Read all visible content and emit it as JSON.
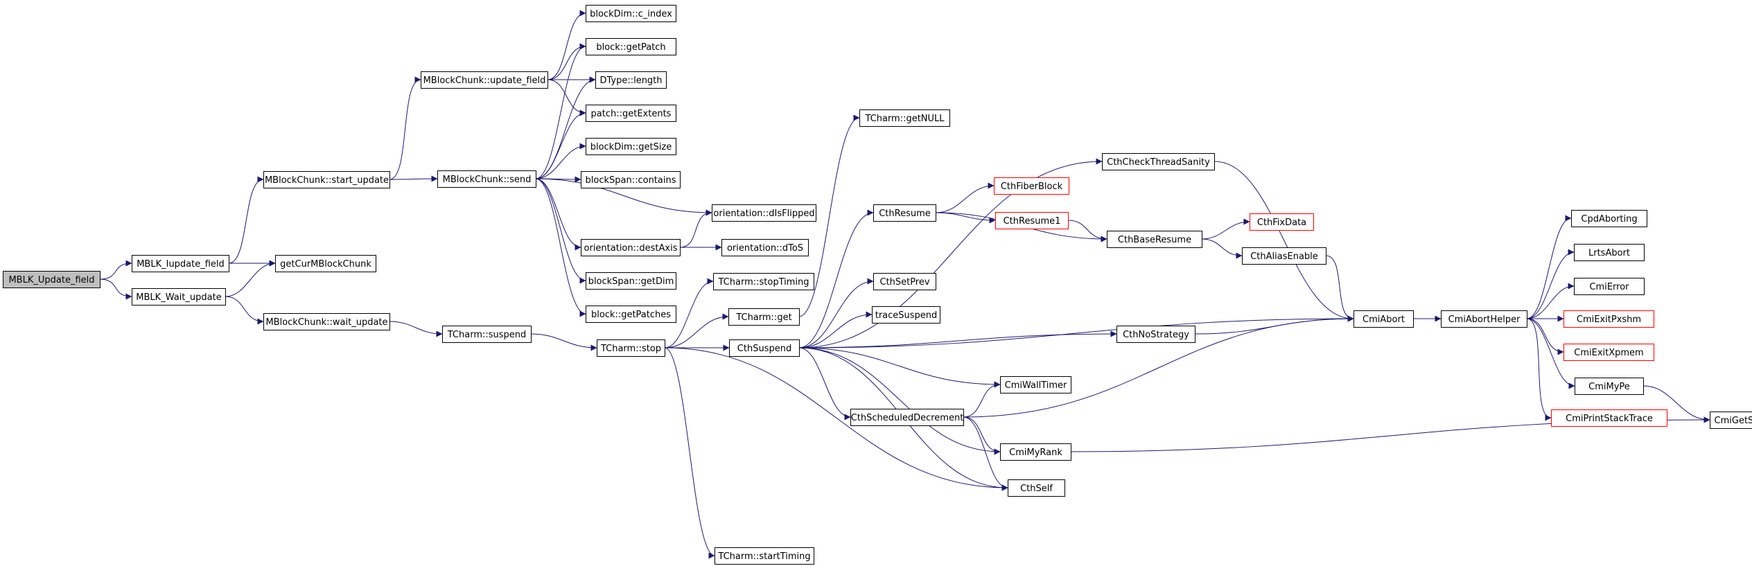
{
  "graph": {
    "root": "MBLK_Update_field",
    "nodes": [
      {
        "id": "n_root",
        "label": "MBLK_Update_field",
        "style": "root"
      },
      {
        "id": "n_iupdate",
        "label": "MBLK_Iupdate_field",
        "style": "normal"
      },
      {
        "id": "n_wait",
        "label": "MBLK_Wait_update",
        "style": "normal"
      },
      {
        "id": "n_getcur",
        "label": "getCurMBlockChunk",
        "style": "normal"
      },
      {
        "id": "n_start",
        "label": "MBlockChunk::start_update",
        "style": "normal"
      },
      {
        "id": "n_waitupd",
        "label": "MBlockChunk::wait_update",
        "style": "normal"
      },
      {
        "id": "n_updfield",
        "label": "MBlockChunk::update_field",
        "style": "normal"
      },
      {
        "id": "n_send",
        "label": "MBlockChunk::send",
        "style": "normal"
      },
      {
        "id": "n_tsuspend",
        "label": "TCharm::suspend",
        "style": "normal"
      },
      {
        "id": "n_cindex",
        "label": "blockDim::c_index",
        "style": "normal"
      },
      {
        "id": "n_getpatch",
        "label": "block::getPatch",
        "style": "normal"
      },
      {
        "id": "n_length",
        "label": "DType::length",
        "style": "normal"
      },
      {
        "id": "n_getext",
        "label": "patch::getExtents",
        "style": "normal"
      },
      {
        "id": "n_getsize",
        "label": "blockDim::getSize",
        "style": "normal"
      },
      {
        "id": "n_contains",
        "label": "blockSpan::contains",
        "style": "normal"
      },
      {
        "id": "n_dlsflip",
        "label": "orientation::dIsFlipped",
        "style": "normal"
      },
      {
        "id": "n_destaxis",
        "label": "orientation::destAxis",
        "style": "normal"
      },
      {
        "id": "n_dtos",
        "label": "orientation::dToS",
        "style": "normal"
      },
      {
        "id": "n_getdim",
        "label": "blockSpan::getDim",
        "style": "normal"
      },
      {
        "id": "n_getpatches",
        "label": "block::getPatches",
        "style": "normal"
      },
      {
        "id": "n_tstop",
        "label": "TCharm::stop",
        "style": "normal"
      },
      {
        "id": "n_stoptiming",
        "label": "TCharm::stopTiming",
        "style": "normal"
      },
      {
        "id": "n_tget",
        "label": "TCharm::get",
        "style": "normal"
      },
      {
        "id": "n_starttiming",
        "label": "TCharm::startTiming",
        "style": "normal"
      },
      {
        "id": "n_getnull",
        "label": "TCharm::getNULL",
        "style": "normal"
      },
      {
        "id": "n_cthsuspend",
        "label": "CthSuspend",
        "style": "normal"
      },
      {
        "id": "n_cthresume",
        "label": "CthResume",
        "style": "normal"
      },
      {
        "id": "n_cthsetprev",
        "label": "CthSetPrev",
        "style": "normal"
      },
      {
        "id": "n_tracesusp",
        "label": "traceSuspend",
        "style": "normal"
      },
      {
        "id": "n_cthsched",
        "label": "CthScheduledDecrement",
        "style": "normal"
      },
      {
        "id": "n_cthcheck",
        "label": "CthCheckThreadSanity",
        "style": "normal"
      },
      {
        "id": "n_fiber",
        "label": "CthFiberBlock",
        "style": "truncated"
      },
      {
        "id": "n_resume1",
        "label": "CthResume1",
        "style": "truncated"
      },
      {
        "id": "n_baseresume",
        "label": "CthBaseResume",
        "style": "normal"
      },
      {
        "id": "n_fixdata",
        "label": "CthFixData",
        "style": "truncated"
      },
      {
        "id": "n_alias",
        "label": "CthAliasEnable",
        "style": "normal"
      },
      {
        "id": "n_nostrat",
        "label": "CthNoStrategy",
        "style": "normal"
      },
      {
        "id": "n_wall",
        "label": "CmiWallTimer",
        "style": "normal"
      },
      {
        "id": "n_myrank",
        "label": "CmiMyRank",
        "style": "normal"
      },
      {
        "id": "n_cthself",
        "label": "CthSelf",
        "style": "normal"
      },
      {
        "id": "n_cmiabort",
        "label": "CmiAbort",
        "style": "normal"
      },
      {
        "id": "n_aborthelper",
        "label": "CmiAbortHelper",
        "style": "normal"
      },
      {
        "id": "n_cpdabort",
        "label": "CpdAborting",
        "style": "normal"
      },
      {
        "id": "n_lrts",
        "label": "LrtsAbort",
        "style": "normal"
      },
      {
        "id": "n_cmierror",
        "label": "CmiError",
        "style": "normal"
      },
      {
        "id": "n_pxshm",
        "label": "CmiExitPxshm",
        "style": "truncated"
      },
      {
        "id": "n_xpmem",
        "label": "CmiExitXpmem",
        "style": "truncated"
      },
      {
        "id": "n_mype",
        "label": "CmiMyPe",
        "style": "normal"
      },
      {
        "id": "n_stack",
        "label": "CmiPrintStackTrace",
        "style": "truncated"
      },
      {
        "id": "n_getstate",
        "label": "CmiGetState",
        "style": "normal"
      }
    ],
    "edges": [
      [
        "n_root",
        "n_iupdate"
      ],
      [
        "n_root",
        "n_wait"
      ],
      [
        "n_iupdate",
        "n_start"
      ],
      [
        "n_iupdate",
        "n_getcur"
      ],
      [
        "n_wait",
        "n_getcur"
      ],
      [
        "n_wait",
        "n_waitupd"
      ],
      [
        "n_start",
        "n_updfield"
      ],
      [
        "n_start",
        "n_send"
      ],
      [
        "n_updfield",
        "n_cindex"
      ],
      [
        "n_updfield",
        "n_getpatch"
      ],
      [
        "n_updfield",
        "n_length"
      ],
      [
        "n_updfield",
        "n_getext"
      ],
      [
        "n_send",
        "n_getpatch"
      ],
      [
        "n_send",
        "n_length"
      ],
      [
        "n_send",
        "n_getext"
      ],
      [
        "n_send",
        "n_getsize"
      ],
      [
        "n_send",
        "n_contains"
      ],
      [
        "n_send",
        "n_dlsflip"
      ],
      [
        "n_send",
        "n_destaxis"
      ],
      [
        "n_send",
        "n_getdim"
      ],
      [
        "n_send",
        "n_getpatches"
      ],
      [
        "n_destaxis",
        "n_dlsflip"
      ],
      [
        "n_destaxis",
        "n_dtos"
      ],
      [
        "n_waitupd",
        "n_tsuspend"
      ],
      [
        "n_tsuspend",
        "n_tstop"
      ],
      [
        "n_tstop",
        "n_stoptiming"
      ],
      [
        "n_tstop",
        "n_tget"
      ],
      [
        "n_tstop",
        "n_cthsuspend"
      ],
      [
        "n_tstop",
        "n_starttiming"
      ],
      [
        "n_tstop",
        "n_cthself"
      ],
      [
        "n_tget",
        "n_getnull"
      ],
      [
        "n_cthsuspend",
        "n_cthresume"
      ],
      [
        "n_cthsuspend",
        "n_cthcheck"
      ],
      [
        "n_cthsuspend",
        "n_cthsetprev"
      ],
      [
        "n_cthsuspend",
        "n_tracesusp"
      ],
      [
        "n_cthsuspend",
        "n_nostrat"
      ],
      [
        "n_cthsuspend",
        "n_cmiabort"
      ],
      [
        "n_cthsuspend",
        "n_wall"
      ],
      [
        "n_cthsuspend",
        "n_cthsched"
      ],
      [
        "n_cthsuspend",
        "n_myrank"
      ],
      [
        "n_cthsuspend",
        "n_cthself"
      ],
      [
        "n_cthresume",
        "n_fiber"
      ],
      [
        "n_cthresume",
        "n_resume1"
      ],
      [
        "n_cthresume",
        "n_baseresume"
      ],
      [
        "n_resume1",
        "n_baseresume"
      ],
      [
        "n_baseresume",
        "n_fixdata"
      ],
      [
        "n_baseresume",
        "n_alias"
      ],
      [
        "n_alias",
        "n_cmiabort"
      ],
      [
        "n_cthcheck",
        "n_cmiabort"
      ],
      [
        "n_nostrat",
        "n_cmiabort"
      ],
      [
        "n_cthsched",
        "n_wall"
      ],
      [
        "n_cthsched",
        "n_cmiabort"
      ],
      [
        "n_cthsched",
        "n_myrank"
      ],
      [
        "n_cthsched",
        "n_cthself"
      ],
      [
        "n_myrank",
        "n_getstate"
      ],
      [
        "n_cmiabort",
        "n_aborthelper"
      ],
      [
        "n_aborthelper",
        "n_cpdabort"
      ],
      [
        "n_aborthelper",
        "n_lrts"
      ],
      [
        "n_aborthelper",
        "n_cmierror"
      ],
      [
        "n_aborthelper",
        "n_pxshm"
      ],
      [
        "n_aborthelper",
        "n_xpmem"
      ],
      [
        "n_aborthelper",
        "n_mype"
      ],
      [
        "n_aborthelper",
        "n_stack"
      ],
      [
        "n_mype",
        "n_getstate"
      ]
    ],
    "colors": {
      "edge": "#191970",
      "node_border": "#000000",
      "node_fill": "#ffffff",
      "root_fill": "#bfbfbf",
      "truncated_border": "#ff0000",
      "text": "#000000"
    }
  }
}
